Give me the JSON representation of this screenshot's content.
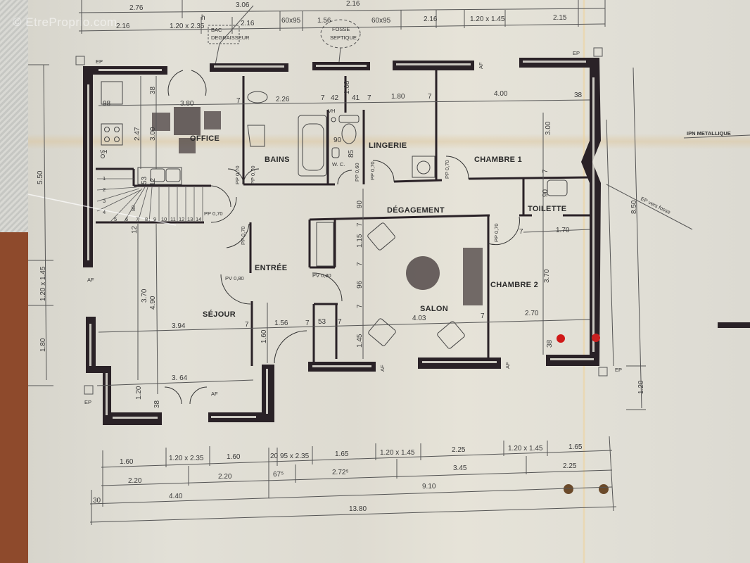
{
  "watermark": "© EtreProprio.com",
  "plan": {
    "rooms": {
      "office": "OFFICE",
      "bains": "BAINS",
      "lingerie": "LINGERIE",
      "chambre1": "CHAMBRE 1",
      "degagement": "DÉGAGEMENT",
      "toilette": "TOILETTE",
      "entree": "ENTRÉE",
      "salon": "SALON",
      "chambre2": "CHAMBRE 2",
      "sejour": "SÉJOUR",
      "wc": "W. C."
    },
    "annotations": {
      "bac_degraisseur_1": "BAC",
      "bac_degraisseur_2": "DEGRAISSEUR",
      "fosse_septique_1": "FOSSE",
      "fosse_septique_2": "SEPTIQUE",
      "ipn": "IPN METALLIQUE",
      "ep_vers_fosse": "EP vers fosse",
      "ep": "EP",
      "af": "AF",
      "vh": "VH"
    },
    "doors": {
      "pp070_stairs": "PP 0,70",
      "pp070_entree": "PP 0,70",
      "pp070_bains_a": "PP 0,70",
      "pp070_bains_b": "PP 0,70",
      "pp060_wc": "PP 0,60",
      "pp070_lingerie": "PP 0,70",
      "pp070_chambre1": "PP 0,70",
      "pp070_chambre2": "PP 0,70",
      "pv080_entree": "PV 0,80",
      "pv080_salon": "PV 0,80"
    },
    "top_dims": {
      "row1": [
        "2.76",
        "3.06",
        "2.16"
      ],
      "row2": [
        "2.16",
        "1.20 x 2.35",
        "2.16",
        "60x95",
        "1.56",
        "60x95",
        "2.16",
        "1.20 x 1.45",
        "2.15"
      ],
      "superscript_h": "h"
    },
    "interior_dims": {
      "office_width": "3.80",
      "kitchen_38": "38",
      "kitchen_98": "98",
      "kitchen_247": "2.47",
      "kitchen_300": "3.00",
      "bains_226": "2.26",
      "bains_7": "7",
      "bath_42": "42",
      "bath_41": "41",
      "bath_108": "1.08",
      "bath_7b": "7",
      "bath_7c": "7",
      "wc_90": "90",
      "wc_85": "85",
      "lingerie_180": "1.80",
      "lingerie_7": "7",
      "chambre1_400": "4.00",
      "chambre1_38": "38",
      "chambre1_300": "3.00",
      "chambre1_7": "7",
      "sink_53": "53",
      "sink_12": "12",
      "stairs_80": "80",
      "stairs_12": "12",
      "deg_90": "90",
      "salon_7a": "7",
      "salon_115": "1.15",
      "salon_7b": "7",
      "salon_96": "96",
      "salon_7c": "7",
      "salon_145": "1.45",
      "salon_403": "4.03",
      "salon_7d": "7",
      "toilette_7": "7",
      "toilette_170": "1.70",
      "toilette_90": "90",
      "chambre2_370": "3.70",
      "chambre2_270": "2.70",
      "chambre2_38": "38",
      "sejour_370": "3.70",
      "sejour_490": "4.90",
      "sejour_394": "3.94",
      "sejour_7": "7",
      "entree_156": "1.56",
      "entree_7": "7",
      "entree_53": "53",
      "entree_7b": "7",
      "entree_7c": "7",
      "entree_160": "1.60",
      "sejour_364": "3. 64",
      "sejour_120": "1.20",
      "sejour_38": "38"
    },
    "stair_steps": [
      "1",
      "2",
      "3",
      "4",
      "5",
      "6",
      "7",
      "8",
      "9",
      "10",
      "11",
      "12",
      "13",
      "14"
    ],
    "left_dims": [
      "5.50",
      "1.20 x 1.45",
      "1.80"
    ],
    "right_dims": [
      "8.50",
      "1.20"
    ],
    "bottom_dims": {
      "row1": [
        "1.60",
        "1.20 x 2.35",
        "1.60",
        "20",
        "95 x 2.35",
        "1.65",
        "1.20 x 1.45",
        "2.25",
        "1.20 x 1.45",
        "1.65"
      ],
      "row2": [
        "2.20",
        "2.20",
        "67⁵",
        "2.72⁵",
        "3.45",
        "2.25"
      ],
      "row3": [
        "30",
        "4.40",
        "9.10"
      ],
      "row4": [
        "13.80"
      ]
    },
    "colors": {
      "wall": "#2a2227",
      "paper": "#e0ded5",
      "marker_red": "#d01818",
      "marker_brown": "#6b4a2a"
    }
  }
}
